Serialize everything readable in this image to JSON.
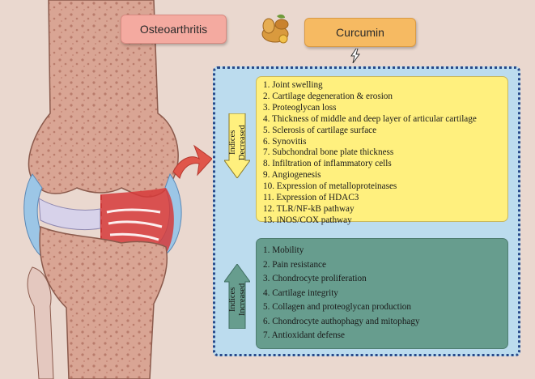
{
  "header": {
    "disease_label": "Osteoarthritis",
    "treatment_label": "Curcumin"
  },
  "decreased": {
    "label_line1": "Indices",
    "label_line2": "Decreased",
    "items": [
      "1. Joint swelling",
      "2. Cartilage degeneration & erosion",
      "3. Proteoglycan loss",
      "4. Thickness of middle and deep layer of articular cartilage",
      "5. Sclerosis of cartilage surface",
      "6. Synovitis",
      "7. Subchondral bone plate thickness",
      "8. Infiltration of inflammatory cells",
      "9. Angiogenesis",
      "10. Expression of metalloproteinases",
      "11. Expression of HDAC3",
      "12. TLR/NF-kB pathway",
      "13. iNOS/COX pathway"
    ]
  },
  "increased": {
    "label_line1": "Indices",
    "label_line2": "Increased",
    "items": [
      "1. Mobility",
      "2. Pain resistance",
      "3. Chondrocyte proliferation",
      "4. Cartilage integrity",
      "5. Collagen and proteoglycan production",
      "6. Chondrocyte authophagy and mitophagy",
      "7. Antioxidant defense"
    ]
  },
  "colors": {
    "decreased_box": "#fff07e",
    "increased_box": "#679d8e",
    "panel": "#bcdcee",
    "arrow": "#e0564a"
  }
}
